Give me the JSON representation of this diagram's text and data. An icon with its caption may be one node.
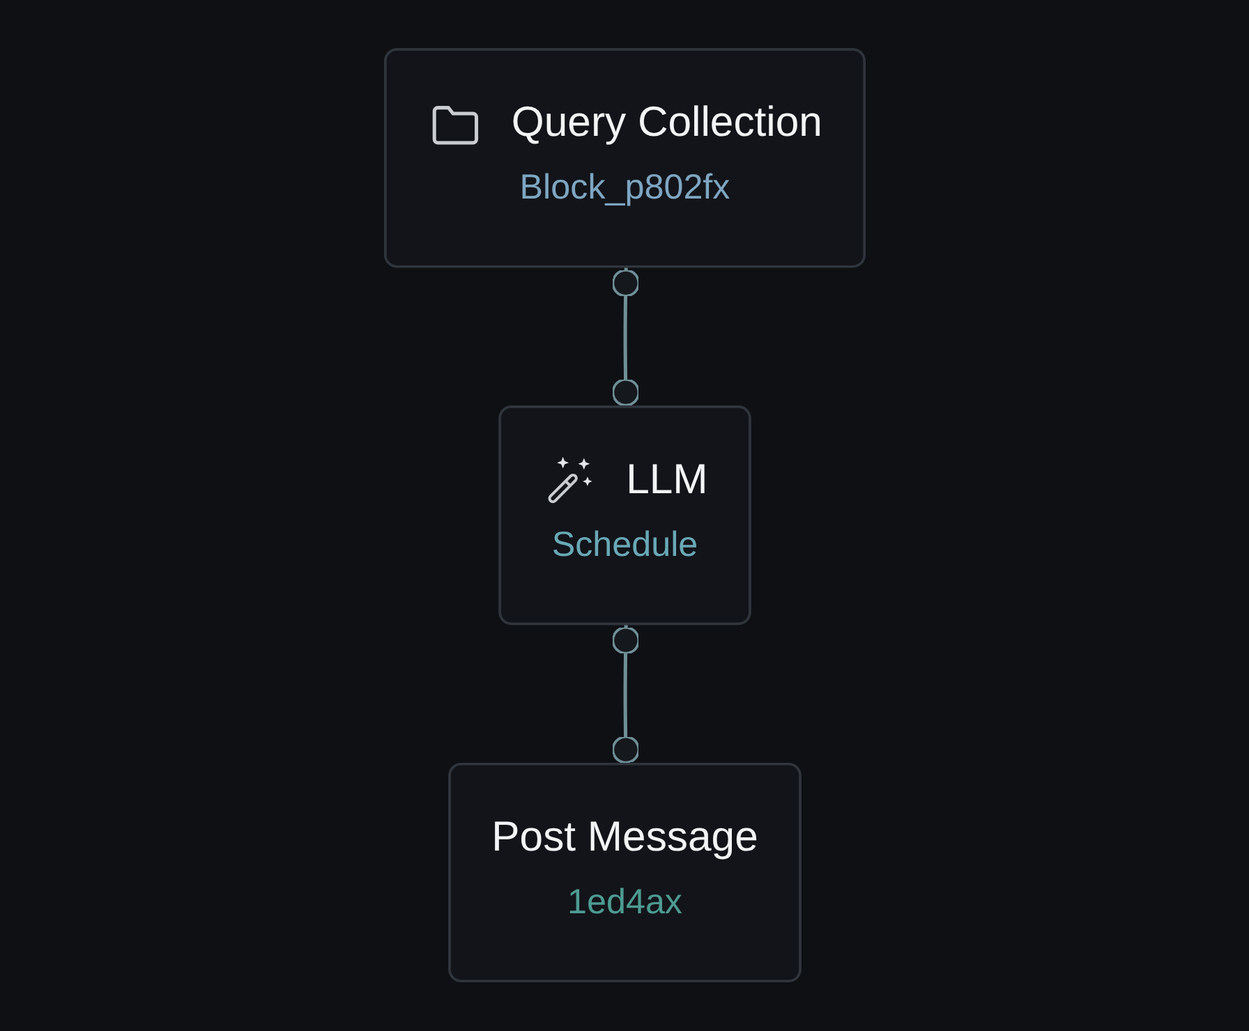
{
  "diagram": {
    "nodes": [
      {
        "text": [
          "Query Collection",
          "Block_p802fx"
        ]
      },
      {
        "text": [
          "LLM",
          "Schedule"
        ]
      },
      {
        "text": [
          "Post Message",
          "1ed4ax"
        ]
      }
    ],
    "edges": [
      {
        "from": 0,
        "to": 1,
        "arrow": "other"
      },
      {
        "from": 1,
        "to": 2,
        "arrow": "other"
      }
    ]
  }
}
